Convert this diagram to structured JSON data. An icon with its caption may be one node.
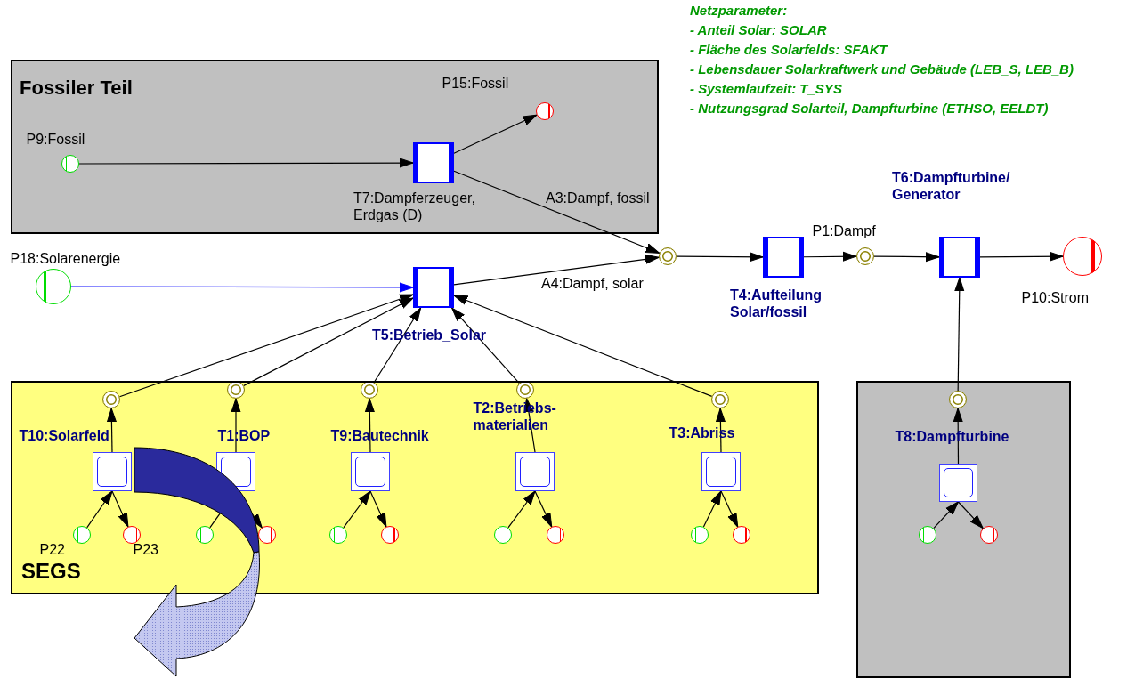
{
  "diagram": {
    "nodes": [
      {
        "text": [
          "Fossiler Teil"
        ]
      },
      {
        "text": [
          "P9:Fossil"
        ],
        "in": 0
      },
      {
        "text": [
          "T7:Dampferzeuger, Erdgas (D)"
        ],
        "in": 0
      },
      {
        "text": [
          "P15:Fossil"
        ],
        "in": 0
      },
      {
        "text": [
          "P18:Solarenergie"
        ]
      },
      {
        "text": [
          "T5:Betrieb_Solar"
        ]
      },
      {
        "text": [],
        "shape": "circle"
      },
      {
        "text": [
          "T4:Aufteilung Solar/fossil"
        ]
      },
      {
        "text": [
          "P1:Dampf"
        ]
      },
      {
        "text": [
          "T6:Dampfturbine/ Generator"
        ]
      },
      {
        "text": [
          "P10:Strom"
        ]
      },
      {
        "text": [
          "SEGS"
        ]
      },
      {
        "text": [],
        "shape": "circle",
        "in": 11
      },
      {
        "text": [],
        "shape": "circle",
        "in": 11
      },
      {
        "text": [],
        "shape": "circle",
        "in": 11
      },
      {
        "text": [],
        "shape": "circle",
        "in": 11
      },
      {
        "text": [],
        "shape": "circle",
        "in": 11
      },
      {
        "text": [
          "T10:Solarfeld"
        ],
        "in": 11
      },
      {
        "text": [
          "T1:BOP"
        ],
        "in": 11
      },
      {
        "text": [
          "T9:Bautechnik"
        ],
        "in": 11
      },
      {
        "text": [
          "T2:Betriebs- materialien"
        ],
        "in": 11
      },
      {
        "text": [
          "T3:Abriss"
        ],
        "in": 11
      },
      {
        "text": [
          "P22"
        ],
        "in": 11
      },
      {
        "text": [
          "P23"
        ],
        "in": 11
      },
      {
        "text": [],
        "shape": "circle",
        "in": 11
      },
      {
        "text": [],
        "shape": "circle",
        "in": 11
      },
      {
        "text": [],
        "shape": "circle",
        "in": 11
      },
      {
        "text": [],
        "shape": "circle",
        "in": 11
      },
      {
        "text": [],
        "shape": "circle",
        "in": 11
      },
      {
        "text": [],
        "shape": "circle",
        "in": 11
      },
      {
        "text": [],
        "shape": "circle",
        "in": 11
      },
      {
        "text": [],
        "shape": "circle",
        "in": 11
      },
      {
        "text": [],
        "shape": "box"
      },
      {
        "text": [],
        "shape": "circle",
        "in": 32
      },
      {
        "text": [
          "T8:Dampfturbine"
        ],
        "in": 32
      },
      {
        "text": [],
        "shape": "circle",
        "in": 32
      },
      {
        "text": [],
        "shape": "circle",
        "in": 32
      }
    ],
    "edges": [
      {
        "from": 1,
        "to": 2,
        "arrow": "to"
      },
      {
        "from": 2,
        "to": 3,
        "arrow": "to"
      },
      {
        "from": 2,
        "to": 6,
        "arrow": "to",
        "label": "A3:Dampf, fossil"
      },
      {
        "from": 4,
        "to": 5,
        "arrow": "to",
        "color": "#0000ff"
      },
      {
        "from": 5,
        "to": 6,
        "arrow": "to",
        "label": "A4:Dampf, solar"
      },
      {
        "from": 6,
        "to": 7,
        "arrow": "to"
      },
      {
        "from": 7,
        "to": 8,
        "arrow": "to"
      },
      {
        "from": 8,
        "to": 9,
        "arrow": "to"
      },
      {
        "from": 9,
        "to": 10,
        "arrow": "to"
      },
      {
        "from": 33,
        "to": 9,
        "arrow": "to"
      },
      {
        "from": 12,
        "to": 5,
        "arrow": "to"
      },
      {
        "from": 13,
        "to": 5,
        "arrow": "to"
      },
      {
        "from": 14,
        "to": 5,
        "arrow": "to"
      },
      {
        "from": 15,
        "to": 5,
        "arrow": "to"
      },
      {
        "from": 16,
        "to": 5,
        "arrow": "to"
      },
      {
        "from": 17,
        "to": 12,
        "arrow": "to"
      },
      {
        "from": 18,
        "to": 13,
        "arrow": "to"
      },
      {
        "from": 19,
        "to": 14,
        "arrow": "to"
      },
      {
        "from": 20,
        "to": 15,
        "arrow": "to"
      },
      {
        "from": 21,
        "to": 16,
        "arrow": "to"
      },
      {
        "from": 22,
        "to": 17,
        "arrow": "to"
      },
      {
        "from": 17,
        "to": 23,
        "arrow": "to"
      },
      {
        "from": 24,
        "to": 18,
        "arrow": "to"
      },
      {
        "from": 18,
        "to": 25,
        "arrow": "to"
      },
      {
        "from": 26,
        "to": 19,
        "arrow": "to"
      },
      {
        "from": 19,
        "to": 27,
        "arrow": "to"
      },
      {
        "from": 28,
        "to": 20,
        "arrow": "to"
      },
      {
        "from": 20,
        "to": 29,
        "arrow": "to"
      },
      {
        "from": 30,
        "to": 21,
        "arrow": "to"
      },
      {
        "from": 21,
        "to": 31,
        "arrow": "to"
      },
      {
        "from": 34,
        "to": 33,
        "arrow": "to"
      },
      {
        "from": 35,
        "to": 34,
        "arrow": "to"
      },
      {
        "from": 34,
        "to": 36,
        "arrow": "to"
      }
    ],
    "labels": [
      "Netzparameter:",
      "- Anteil Solar: SOLAR",
      "- Fläche des Solarfelds: SFAKT",
      "- Lebensdauer Solarkraftwerk und Gebäude (LEB_S, LEB_B)",
      "- Systemlaufzeit: T_SYS",
      "- Nutzungsgrad Solarteil, Dampfturbine (ETHSO, EELDT)"
    ]
  }
}
